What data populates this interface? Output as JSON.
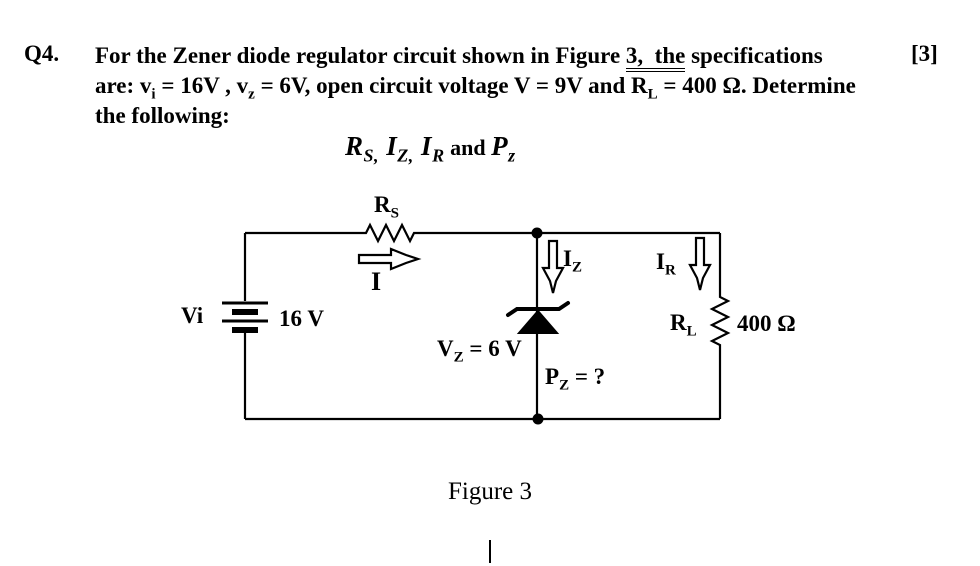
{
  "question": {
    "number": "Q4.",
    "marks": "[3]",
    "line1_pre": "For the Zener diode regulator circuit shown in Figure ",
    "line1_underlined": "3,  the",
    "line1_post": " specifications",
    "line2_s1": "are: v",
    "line2_sub1": "i",
    "line2_s2": " = 16V , v",
    "line2_sub2": "z",
    "line2_s3": " = 6V, open circuit voltage V = 9V and R",
    "line2_sub3": "L",
    "line2_s4": " = 400 Ω. Determine",
    "line3": "the following:",
    "math": {
      "r_base": "R",
      "r_sub": "S,",
      "iz_base": "I",
      "iz_sub": "Z,",
      "ir_base": "I",
      "ir_sub": "R",
      "and_word": " and ",
      "p_base": "P",
      "p_sub": "z"
    }
  },
  "circuit": {
    "labels": {
      "rs_base": "R",
      "rs_sub": "S",
      "current": "I",
      "iz_base": "I",
      "iz_sub": "Z",
      "ir_base": "I",
      "ir_sub": "R",
      "vi": "Vi",
      "source_value": "16 V",
      "vz_base": "V",
      "vz_sub": "Z",
      "vz_rest": " = 6 V",
      "pz_base": "P",
      "pz_sub": "Z",
      "pz_rest": " = ?",
      "rl_base": "R",
      "rl_sub": "L",
      "rl_value": "400 Ω"
    },
    "caption": "Figure 3"
  },
  "colors": {
    "ink": "#000000",
    "background": "#ffffff"
  }
}
